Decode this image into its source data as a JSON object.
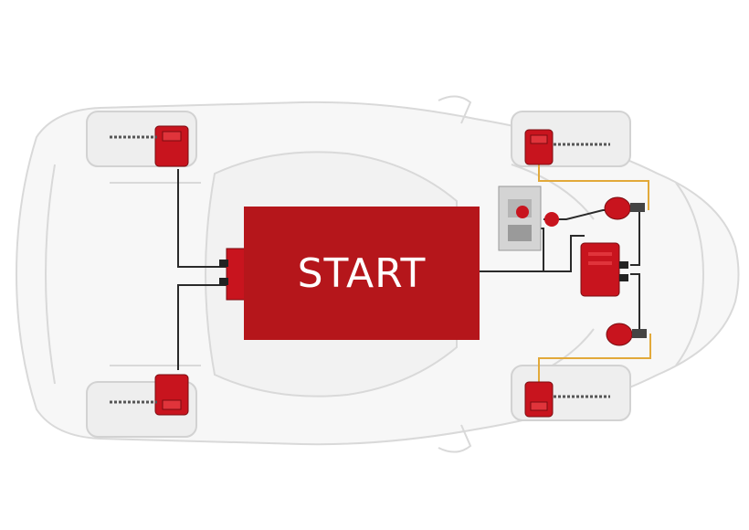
{
  "start_button": {
    "label": "START"
  },
  "colors": {
    "accent": "#b5161b",
    "component_red": "#c8141e",
    "brake_line": "#e2a93a",
    "wire": "#2a2a2a",
    "car_outline": "#d6d6d6"
  },
  "components": [
    {
      "name": "brake-caliper",
      "position": "front-left"
    },
    {
      "name": "brake-caliper",
      "position": "rear-left"
    },
    {
      "name": "brake-caliper",
      "position": "front-right"
    },
    {
      "name": "brake-caliper",
      "position": "rear-right"
    },
    {
      "name": "control-unit",
      "position": "center"
    },
    {
      "name": "control-unit",
      "position": "right-rear"
    },
    {
      "name": "hydraulic-module",
      "position": "right"
    },
    {
      "name": "actuator",
      "position": "right-upper"
    },
    {
      "name": "actuator",
      "position": "right-lower"
    }
  ]
}
